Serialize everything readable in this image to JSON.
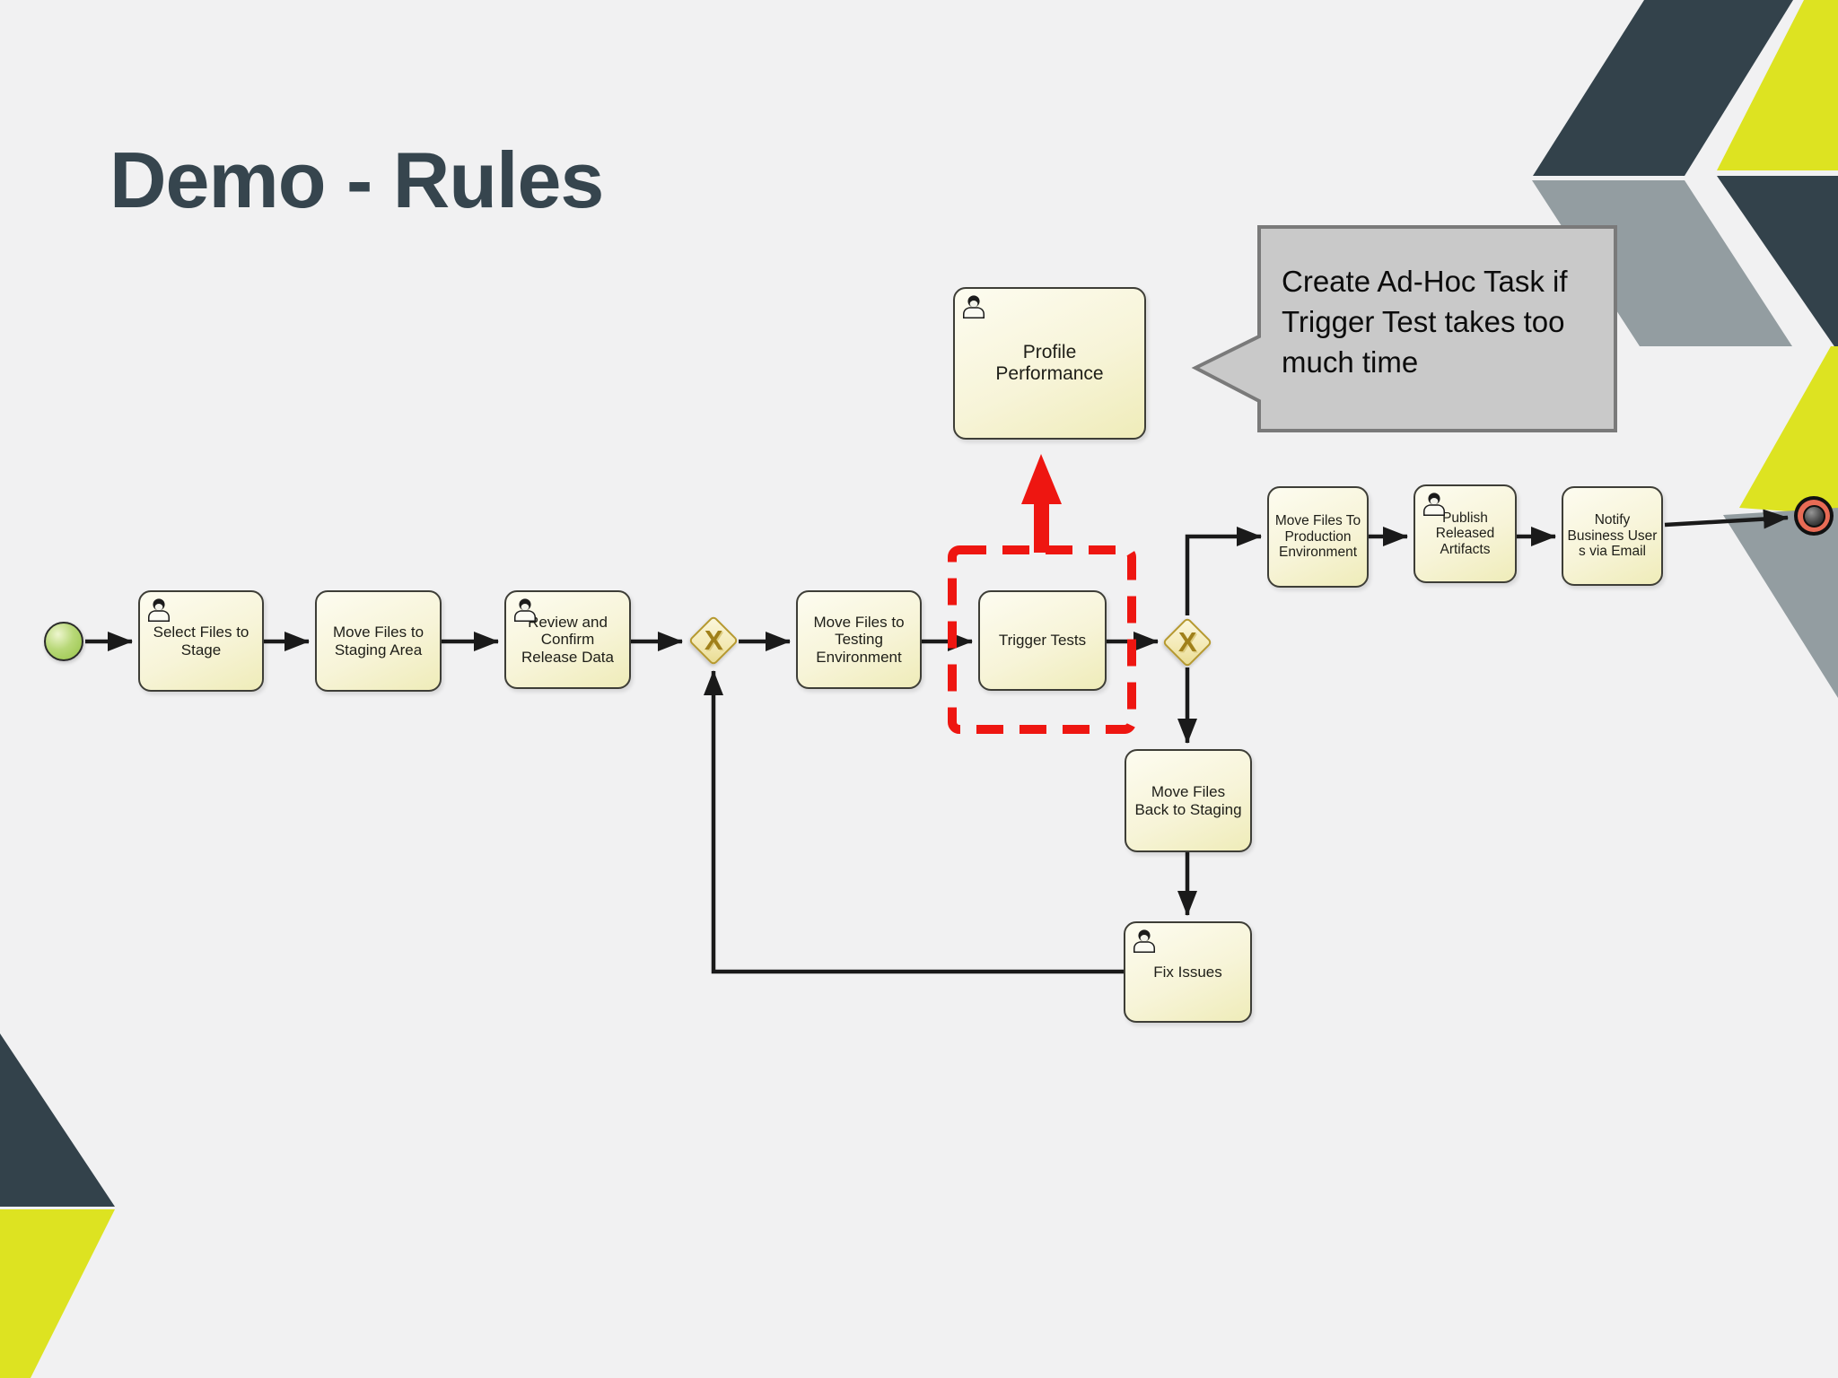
{
  "slide": {
    "title": "Demo - Rules"
  },
  "callout": {
    "text": "Create Ad-Hoc Task if Trigger Test takes too much time"
  },
  "diagram": {
    "gateways": [
      {
        "symbol": "X",
        "type": "exclusive"
      },
      {
        "symbol": "X",
        "type": "exclusive"
      }
    ],
    "tasks": [
      {
        "id": "select-files-to-stage",
        "label": "Select Files to\nStage",
        "user_icon": true
      },
      {
        "id": "move-files-to-staging-area",
        "label": "Move Files to\nStaging Area",
        "user_icon": false
      },
      {
        "id": "review-and-confirm-release-data",
        "label": "Review and\nConfirm\nRelease Data",
        "user_icon": true
      },
      {
        "id": "move-files-to-testing-environment",
        "label": "Move Files to\nTesting\nEnvironment",
        "user_icon": false
      },
      {
        "id": "trigger-tests",
        "label": "Trigger Tests",
        "user_icon": false
      },
      {
        "id": "profile-performance",
        "label": "Profile\nPerformance",
        "user_icon": true
      },
      {
        "id": "move-files-to-production-environment",
        "label": "Move Files To\nProduction\nEnvironment",
        "user_icon": false
      },
      {
        "id": "publish-released-artifacts",
        "label": "Publish\nReleased\nArtifacts",
        "user_icon": true
      },
      {
        "id": "notify-business-users-via-email",
        "label": "Notify\nBusiness User\ns via Email",
        "user_icon": false
      },
      {
        "id": "move-files-back-to-staging",
        "label": "Move Files\nBack to Staging",
        "user_icon": false
      },
      {
        "id": "fix-issues",
        "label": "Fix Issues",
        "user_icon": true
      }
    ]
  },
  "colors": {
    "background": "#f1f1f2",
    "title": "#36454e",
    "chevron_dark": "#33424b",
    "chevron_gray": "#939da1",
    "chevron_yellow": "#dde321",
    "task_fill_light": "#fdfcf0",
    "task_fill_dark": "#efecb9",
    "task_border": "#3e3e37",
    "gateway_border": "#b6992e",
    "gateway_x": "#a0801a",
    "start_fill": "#9cc74f",
    "end_ring": "#e86b55",
    "connector": "#1a1a1a",
    "highlight_red": "#ee1611",
    "callout_fill": "#c9c9c9",
    "callout_border": "#7a7a7a"
  }
}
